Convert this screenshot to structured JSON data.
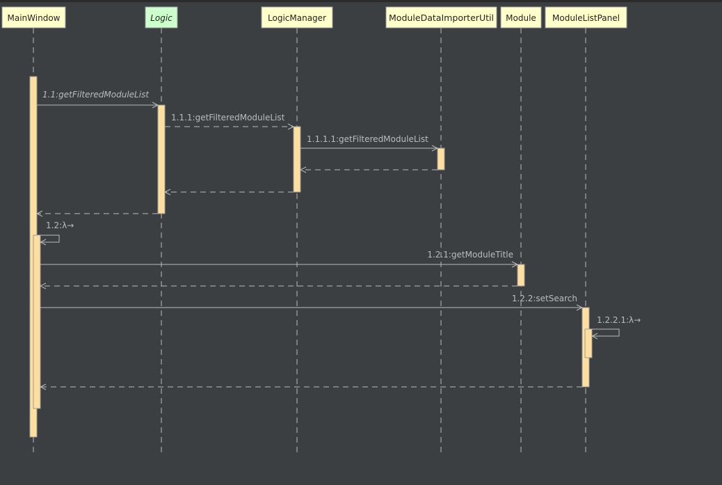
{
  "participants": [
    {
      "id": "mainwindow",
      "label": "MainWindow",
      "kind": "class"
    },
    {
      "id": "logic",
      "label": "Logic",
      "kind": "interface"
    },
    {
      "id": "logicmanager",
      "label": "LogicManager",
      "kind": "class"
    },
    {
      "id": "importer",
      "label": "ModuleDataImporterUtil",
      "kind": "class"
    },
    {
      "id": "module",
      "label": "Module",
      "kind": "class"
    },
    {
      "id": "modulelistpanel",
      "label": "ModuleListPanel",
      "kind": "class"
    }
  ],
  "messages": [
    {
      "id": "m1",
      "label": "1.1:getFilteredModuleList",
      "type": "call",
      "italic": true
    },
    {
      "id": "m2",
      "label": "1.1.1:getFilteredModuleList",
      "type": "call"
    },
    {
      "id": "m3",
      "label": "1.1.1.1:getFilteredModuleList",
      "type": "call"
    },
    {
      "id": "r1",
      "label": "",
      "type": "return"
    },
    {
      "id": "r2",
      "label": "",
      "type": "return"
    },
    {
      "id": "r3",
      "label": "",
      "type": "return"
    },
    {
      "id": "m4",
      "label": "1.2:λ→",
      "type": "self"
    },
    {
      "id": "m5",
      "label": "1.2.1:getModuleTitle",
      "type": "call"
    },
    {
      "id": "r4",
      "label": "",
      "type": "return"
    },
    {
      "id": "m6",
      "label": "1.2.2:setSearch",
      "type": "call"
    },
    {
      "id": "m7",
      "label": "1.2.2.1:λ→",
      "type": "self"
    },
    {
      "id": "r5",
      "label": "",
      "type": "return"
    }
  ],
  "colors": {
    "background": "#3c3f41",
    "participant_fill": "#ffffcc",
    "interface_fill": "#ccffcc",
    "activation_fill": "#ffdf9f",
    "line": "#bbbbbb",
    "text": "#bbbbbb",
    "header_text": "#222222"
  }
}
